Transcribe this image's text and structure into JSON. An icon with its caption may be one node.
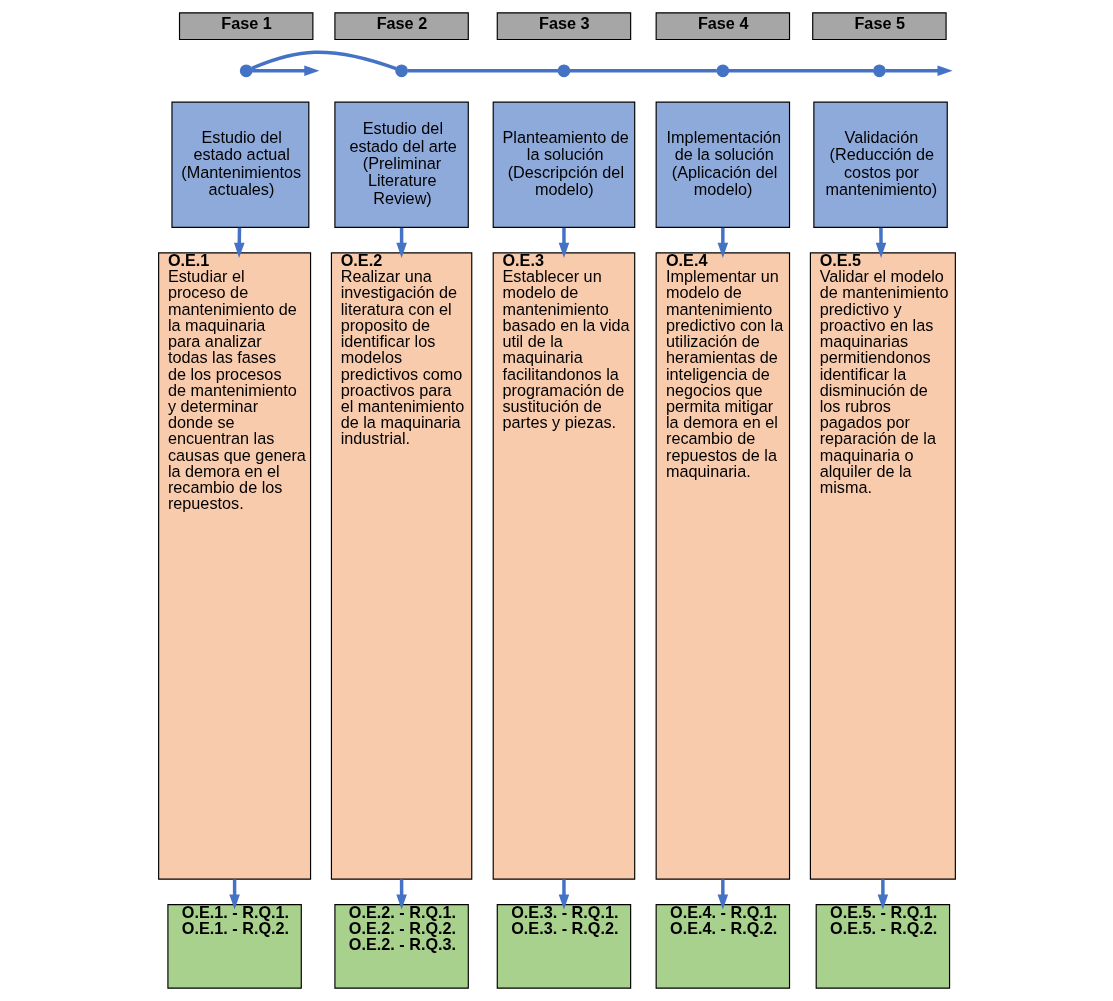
{
  "diagram": {
    "nodes": [
      {
        "text": [
          "Fase 1"
        ]
      },
      {
        "text": [
          "Fase 2"
        ]
      },
      {
        "text": [
          "Fase 3"
        ]
      },
      {
        "text": [
          "Fase 4"
        ]
      },
      {
        "text": [
          "Fase 5"
        ]
      },
      {
        "text": [],
        "shape": "circle"
      },
      {
        "text": [],
        "shape": "circle"
      },
      {
        "text": [],
        "shape": "circle"
      },
      {
        "text": [],
        "shape": "circle"
      },
      {
        "text": [],
        "shape": "circle"
      },
      {
        "text": [
          "Estudio del estado actual (Mantenimientos actuales)"
        ]
      },
      {
        "text": [
          "Estudio del estado del arte (Preliminar Literature Review)"
        ]
      },
      {
        "text": [
          "Planteamiento de la solución (Descripción del modelo)"
        ]
      },
      {
        "text": [
          "Implementación de la solución (Aplicación del modelo)"
        ]
      },
      {
        "text": [
          "Validación (Reducción de costos por mantenimiento)"
        ]
      },
      {
        "text": [
          "O.E.1",
          "Estudiar el proceso de mantenimiento de la maquinaria para analizar todas las fases de los procesos de mantenimiento y determinar donde se encuentran las causas que genera la demora en el recambio de los repuestos."
        ]
      },
      {
        "text": [
          "O.E.2",
          "Realizar una investigación de literatura con el proposito de identificar los modelos predictivos como proactivos para el mantenimiento de la maquinaria industrial."
        ]
      },
      {
        "text": [
          "O.E.3",
          "Establecer un modelo de mantenimiento basado en la vida util de la maquinaria facilitandonos la programación de sustitución de partes y piezas."
        ]
      },
      {
        "text": [
          "O.E.4",
          "Implementar un modelo de mantenimiento predictivo con la utilización de heramientas de inteligencia de negocios que permita mitigar la demora en el recambio de repuestos de la maquinaria."
        ]
      },
      {
        "text": [
          "O.E.5",
          "Validar el modelo de mantenimiento predictivo y proactivo en las maquinarias permitiendonos identificar la disminución de los rubros pagados por reparación de la maquinaria o alquiler de la misma."
        ]
      },
      {
        "text": [
          "O.E.1. - R.Q.1.",
          "O.E.1. - R.Q.2."
        ]
      },
      {
        "text": [
          "O.E.2. - R.Q.1.",
          "O.E.2. - R.Q.2.",
          "O.E.2. - R.Q.3."
        ]
      },
      {
        "text": [
          "O.E.3. - R.Q.1.",
          "O.E.3. - R.Q.2."
        ]
      },
      {
        "text": [
          "O.E.4. - R.Q.1.",
          "O.E.4. - R.Q.2."
        ]
      },
      {
        "text": [
          "O.E.5. - R.Q.1.",
          "O.E.5. - R.Q.2."
        ]
      }
    ],
    "edges": [
      {
        "from": 5,
        "to": null,
        "arrow": "to"
      },
      {
        "from": 5,
        "to": 6,
        "arrow": "none"
      },
      {
        "from": 6,
        "to": 7,
        "arrow": "none"
      },
      {
        "from": 7,
        "to": 8,
        "arrow": "none"
      },
      {
        "from": 8,
        "to": 9,
        "arrow": "none"
      },
      {
        "from": 9,
        "to": null,
        "arrow": "to"
      },
      {
        "from": 10,
        "to": 15,
        "arrow": "to"
      },
      {
        "from": 11,
        "to": 16,
        "arrow": "to"
      },
      {
        "from": 12,
        "to": 17,
        "arrow": "to"
      },
      {
        "from": 13,
        "to": 18,
        "arrow": "to"
      },
      {
        "from": 14,
        "to": 19,
        "arrow": "to"
      },
      {
        "from": 15,
        "to": 20,
        "arrow": "to"
      },
      {
        "from": 16,
        "to": 21,
        "arrow": "to"
      },
      {
        "from": 17,
        "to": 22,
        "arrow": "to"
      },
      {
        "from": 18,
        "to": 23,
        "arrow": "to"
      },
      {
        "from": 19,
        "to": 24,
        "arrow": "to"
      }
    ]
  }
}
